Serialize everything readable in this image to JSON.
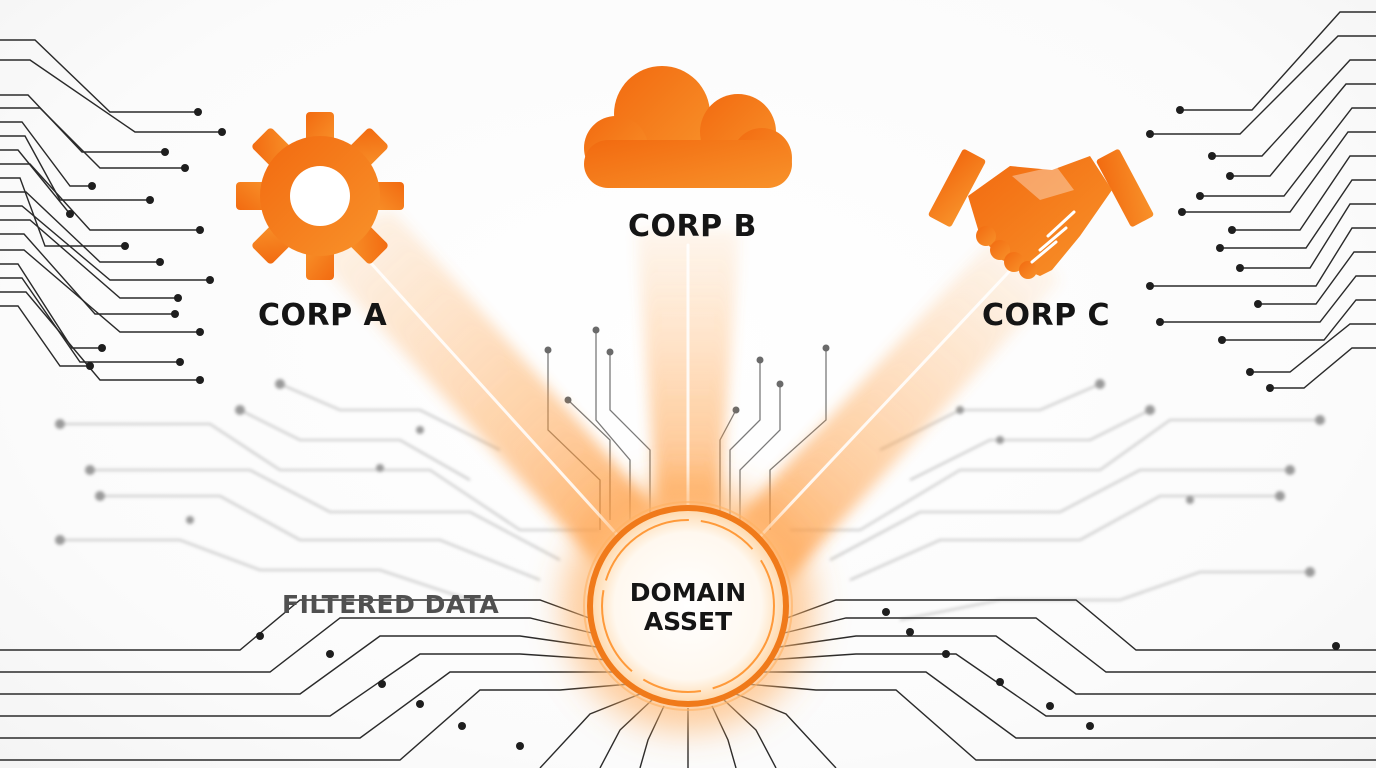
{
  "nodes": {
    "corp_a": {
      "label": "CORP A",
      "icon": "gear-icon"
    },
    "corp_b": {
      "label": "CORP B",
      "icon": "cloud-icon"
    },
    "corp_c": {
      "label": "CORP C",
      "icon": "handshake-icon"
    }
  },
  "hub": {
    "line1": "DOMAIN",
    "line2": "ASSET"
  },
  "filtered_label": "FILTERED DATA",
  "colors": {
    "accent": "#f07a1a",
    "accent_light": "#ffb060",
    "trace": "#2a2a2a",
    "trace_faded": "#b8b8b8",
    "text": "#151515"
  }
}
